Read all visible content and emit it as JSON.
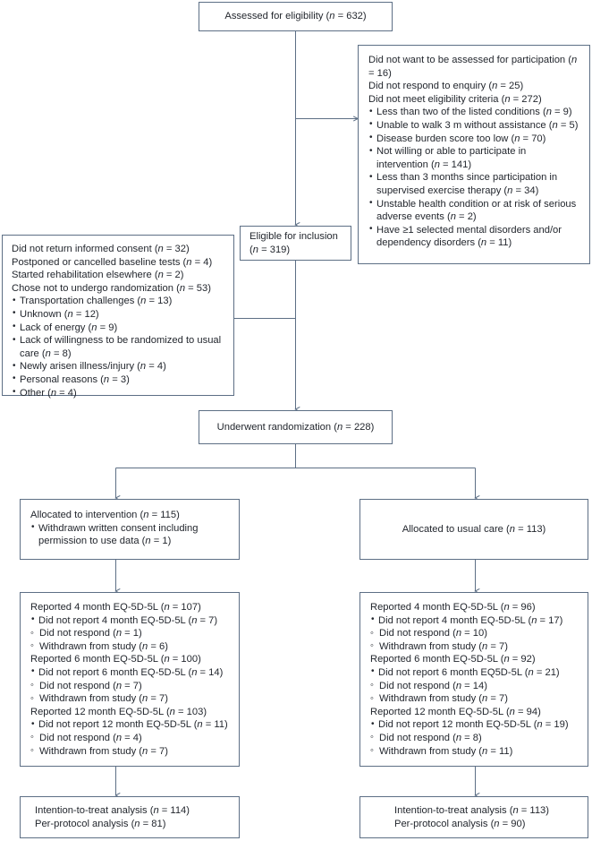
{
  "diagram": {
    "title": "CONSORT participant flow diagram",
    "line_color": "#5d6f85",
    "text_color": "#23272e",
    "box_fill": "#ffffff"
  },
  "boxes": {
    "assessed": {
      "name": "assessed-for-eligibility-box",
      "lines": [
        {
          "text": "Assessed for eligibility (n = 632)",
          "level": 0
        }
      ]
    },
    "excluded": {
      "name": "excluded-reasons-box",
      "lines": [
        {
          "text": "Did not want to be assessed for participation (n = 16)",
          "level": 0
        },
        {
          "text": "Did not respond to enquiry (n = 25)",
          "level": 0
        },
        {
          "text": "Did not meet eligibility criteria (n = 272)",
          "level": 0
        },
        {
          "text": "Less than two of the listed conditions (n = 9)",
          "level": 1
        },
        {
          "text": "Unable to walk 3 m without assistance (n = 5)",
          "level": 1
        },
        {
          "text": "Disease burden score too low (n = 70)",
          "level": 1
        },
        {
          "text": "Not willing or able to participate in intervention (n = 141)",
          "level": 1
        },
        {
          "text": "Less than 3 months since participation in supervised exercise therapy (n = 34)",
          "level": 1
        },
        {
          "text": "Unstable health condition or at risk of serious adverse events (n = 2)",
          "level": 1
        },
        {
          "text": "Have ≥1 selected mental disorders and/or dependency disorders (n = 11)",
          "level": 1
        }
      ]
    },
    "eligible": {
      "name": "eligible-for-inclusion-box",
      "lines": [
        {
          "text": "Eligible for inclusion (n = 319)",
          "level": 0
        }
      ]
    },
    "pre_randomization_exclusions": {
      "name": "pre-randomization-exclusions-box",
      "lines": [
        {
          "text": "Did not return informed consent (n = 32)",
          "level": 0
        },
        {
          "text": "Postponed or cancelled baseline tests (n = 4)",
          "level": 0
        },
        {
          "text": "Started rehabilitation elsewhere (n = 2)",
          "level": 0
        },
        {
          "text": "Chose not to undergo randomization (n = 53)",
          "level": 0
        },
        {
          "text": "Transportation challenges (n = 13)",
          "level": 1
        },
        {
          "text": "Unknown (n = 12)",
          "level": 1
        },
        {
          "text": "Lack of energy (n = 9)",
          "level": 1
        },
        {
          "text": "Lack of willingness to be randomized to usual care (n = 8)",
          "level": 1
        },
        {
          "text": "Newly arisen illness/injury (n = 4)",
          "level": 1
        },
        {
          "text": "Personal reasons (n = 3)",
          "level": 1
        },
        {
          "text": "Other (n = 4)",
          "level": 1
        }
      ]
    },
    "randomized": {
      "name": "underwent-randomization-box",
      "lines": [
        {
          "text": "Underwent randomization (n = 228)",
          "level": 0
        }
      ]
    },
    "alloc_intervention": {
      "name": "allocated-to-intervention-box",
      "lines": [
        {
          "text": "Allocated to intervention (n = 115)",
          "level": 0
        },
        {
          "text": "Withdrawn written consent including permission to use data (n = 1)",
          "level": 1
        }
      ]
    },
    "alloc_usual_care": {
      "name": "allocated-to-usual-care-box",
      "lines": [
        {
          "text": "Allocated to usual care (n = 113)",
          "level": 0
        }
      ]
    },
    "followup_intervention": {
      "name": "followup-intervention-box",
      "lines": [
        {
          "text": "Reported 4 month EQ-5D-5L (n = 107)",
          "level": 0
        },
        {
          "text": "Did not report 4 month EQ-5D-5L (n = 7)",
          "level": 1
        },
        {
          "text": "Did not respond (n = 1)",
          "level": 2
        },
        {
          "text": "Withdrawn from study (n = 6)",
          "level": 2
        },
        {
          "text": "Reported 6 month EQ-5D-5L (n = 100)",
          "level": 0
        },
        {
          "text": "Did not report 6 month EQ-5D-5L (n = 14)",
          "level": 1
        },
        {
          "text": "Did not respond (n = 7)",
          "level": 2
        },
        {
          "text": "Withdrawn from study (n = 7)",
          "level": 2
        },
        {
          "text": "Reported 12 month EQ-5D-5L (n = 103)",
          "level": 0
        },
        {
          "text": "Did not report 12 month EQ-5D-5L (n = 11)",
          "level": 1
        },
        {
          "text": "Did not respond (n = 4)",
          "level": 2
        },
        {
          "text": "Withdrawn from study (n = 7)",
          "level": 2
        }
      ]
    },
    "followup_usual_care": {
      "name": "followup-usual-care-box",
      "lines": [
        {
          "text": "Reported 4 month EQ-5D-5L (n = 96)",
          "level": 0
        },
        {
          "text": "Did not report 4 month EQ-5D-5L (n = 17)",
          "level": 1
        },
        {
          "text": "Did not respond (n = 10)",
          "level": 2
        },
        {
          "text": "Withdrawn from study (n = 7)",
          "level": 2
        },
        {
          "text": "Reported 6 month EQ-5D-5L (n = 92)",
          "level": 0
        },
        {
          "text": "Did not report 6 month EQ5D-5L (n = 21)",
          "level": 1
        },
        {
          "text": "Did not respond (n = 14)",
          "level": 2
        },
        {
          "text": "Withdrawn from study (n = 7)",
          "level": 2
        },
        {
          "text": "Reported 12 month EQ-5D-5L (n = 94)",
          "level": 0
        },
        {
          "text": "Did not report 12 month EQ-5D-5L (n = 19)",
          "level": 1
        },
        {
          "text": "Did not respond (n = 8)",
          "level": 2
        },
        {
          "text": "Withdrawn from study (n = 11)",
          "level": 2
        }
      ]
    },
    "analysis_intervention": {
      "name": "analysis-intervention-box",
      "lines": [
        {
          "text": "Intention-to-treat analysis (n = 114)",
          "level": 0
        },
        {
          "text": "Per-protocol analysis (n = 81)",
          "level": 0
        }
      ]
    },
    "analysis_usual_care": {
      "name": "analysis-usual-care-box",
      "lines": [
        {
          "text": "Intention-to-treat analysis (n = 113)",
          "level": 0
        },
        {
          "text": "Per-protocol analysis (n = 90)",
          "level": 0
        }
      ]
    }
  }
}
